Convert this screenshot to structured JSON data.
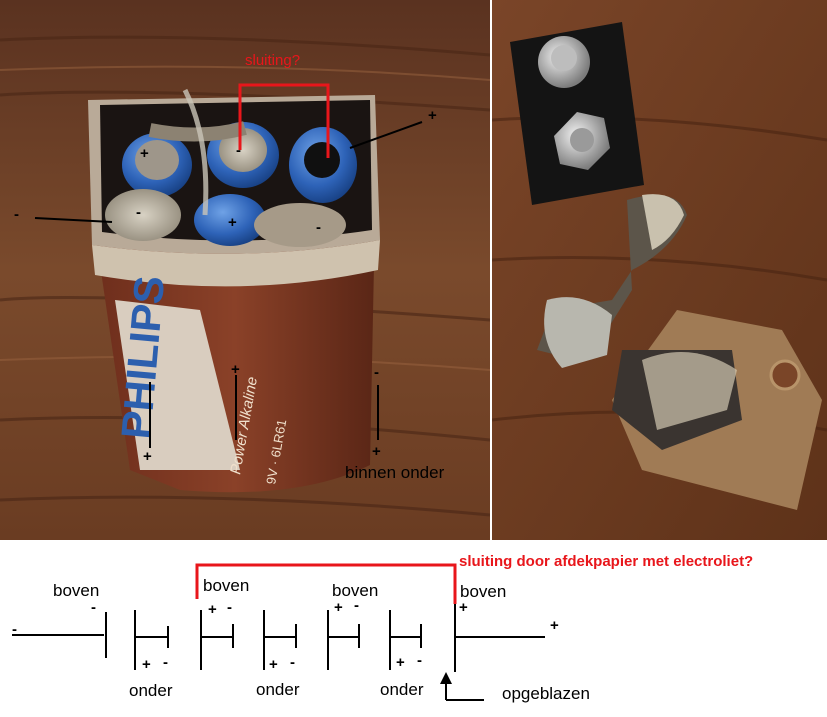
{
  "photo_left": {
    "question_label": "sluiting?",
    "signs": {
      "cell_top_left": "+",
      "cell_top_mid": "-",
      "cell_bottom_left_minus": "-",
      "cell_bottom_mid": "+",
      "cell_bottom_right": "-",
      "top_pointer": "+",
      "left_pointer": "-",
      "side_mid_top": "+",
      "side_left_bottom": "+",
      "side_right_top": "-",
      "side_right_bottom": "+"
    },
    "brand_text": "PHILIPS",
    "product_text": "Power Alkaline",
    "battery_code": "9V · 6LR61",
    "inner_label": "binnen onder"
  },
  "photo_right": {},
  "diagram": {
    "red_annotation": "sluiting door afdekpapier met electroliet?",
    "labels": {
      "top_1": "boven",
      "top_2": "boven",
      "top_3": "boven",
      "top_4": "boven",
      "bottom_1": "onder",
      "bottom_2": "onder",
      "bottom_3": "onder",
      "blown_label": "opgeblazen"
    },
    "signs": {
      "left_end": "-",
      "right_end": "+",
      "c1_top_minus": "-",
      "c1_bot_plus": "+",
      "c1_bot_minus": "-",
      "c2_top_plus": "+",
      "c2_top_minus": "-",
      "c3_bot_plus": "+",
      "c3_bot_minus": "-",
      "c4_top_plus": "+",
      "c4_top_minus": "-",
      "c5_bot_plus": "+",
      "c5_bot_minus": "-",
      "c6_top_plus": "+"
    }
  },
  "colors": {
    "annotation_red": "#e8161b",
    "wood": "#6b3d24",
    "battery_brown": "#7a3a22",
    "cell_blue": "#2e63b8"
  }
}
